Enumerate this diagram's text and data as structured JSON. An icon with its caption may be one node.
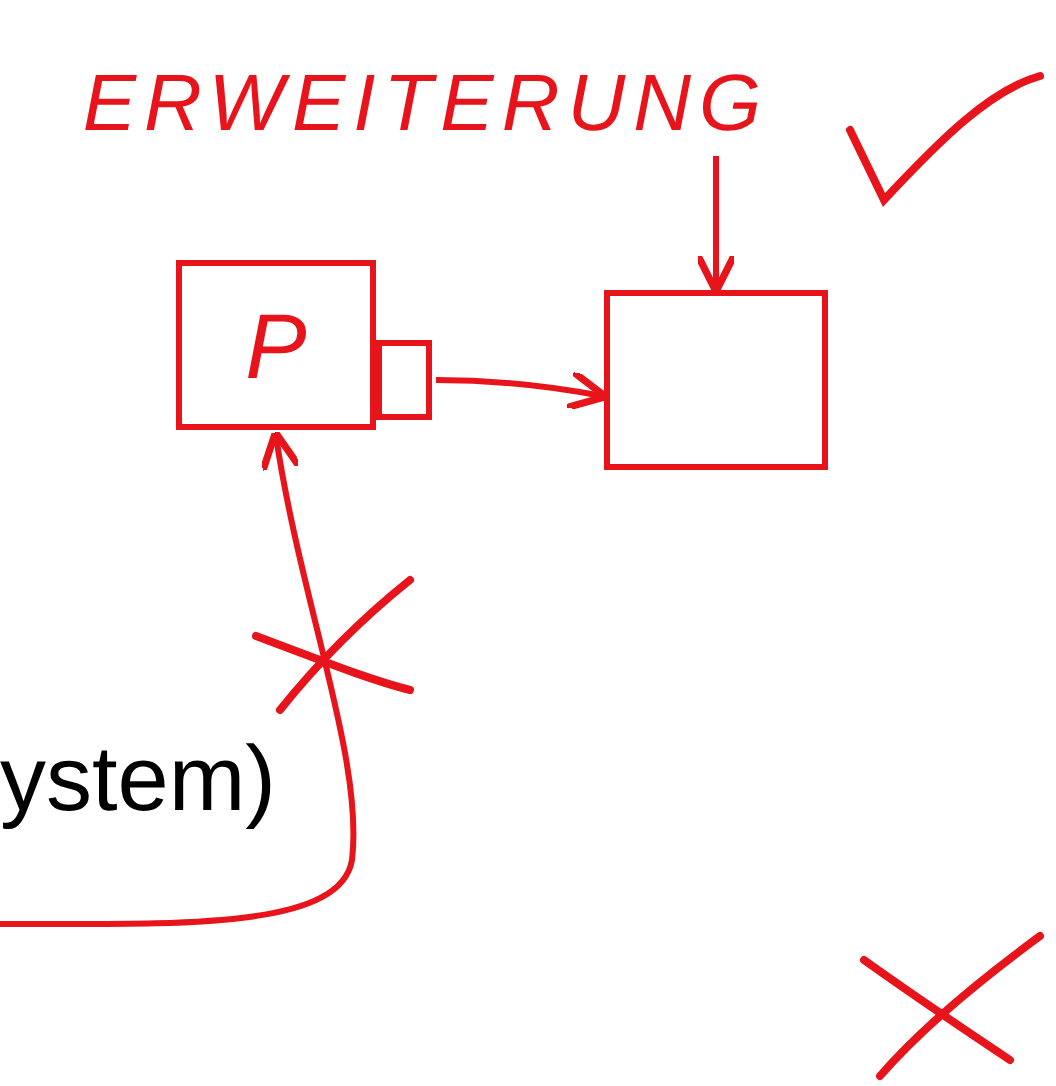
{
  "diagram": {
    "nodes": [
      {
        "text": [
          "ERWEITERUNG"
        ]
      },
      {
        "text": [
          "P"
        ]
      },
      {
        "text": [],
        "shape": "box"
      },
      {
        "text": [],
        "shape": "box"
      }
    ],
    "edges": [
      {
        "from": 0,
        "to": 3,
        "arrow": "to"
      },
      {
        "from": 2,
        "to": 3,
        "arrow": "to"
      },
      {
        "from": null,
        "to": 1,
        "arrow": "to"
      }
    ],
    "labels": [
      "ystem)"
    ]
  }
}
